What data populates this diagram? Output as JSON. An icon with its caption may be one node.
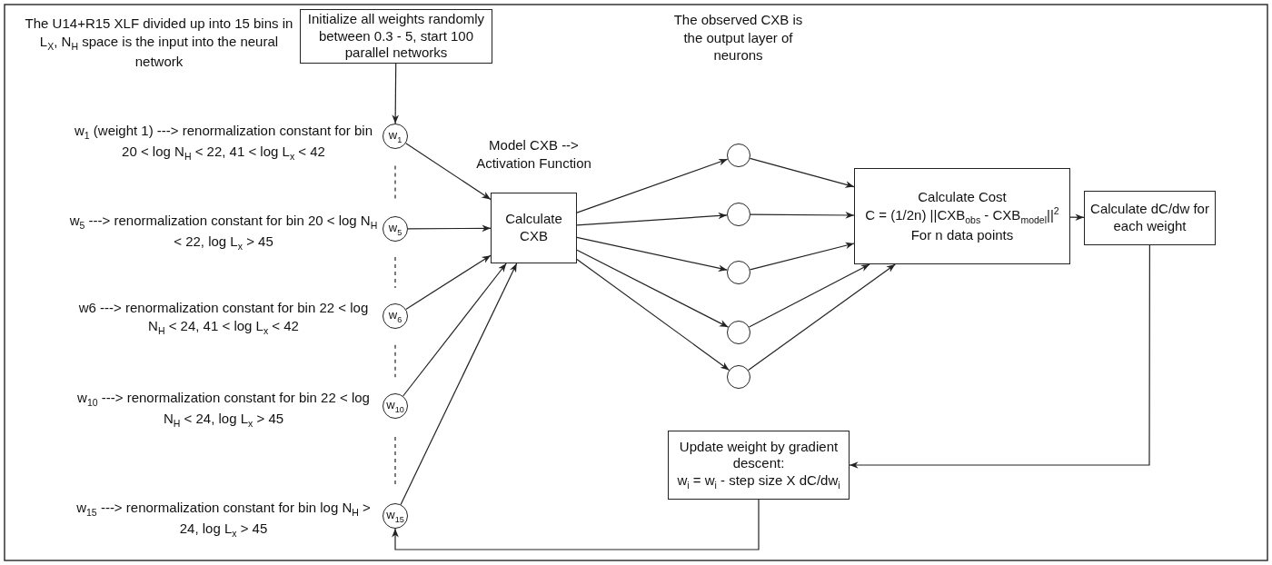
{
  "diagram": {
    "nodes": [
      {
        "text": [
          "Initialize all weights randomly between 0.3 - 5, start 100 parallel networks"
        ]
      },
      {
        "text": [
          "w$_{1}$"
        ],
        "beside": [
          "w$_{1}$ (weight 1) ---> renormalization constant for bin 20 < log N$_{H}$ < 22, 41 < log L$_{x}$ < 42"
        ]
      },
      {
        "text": [
          "w$_{5}$"
        ],
        "beside": [
          "w$_{5}$ ---> renormalization constant for bin 20 < log N$_{H}$ < 22, log L$_{x}$ > 45"
        ]
      },
      {
        "text": [
          "w$_{6}$"
        ],
        "beside": [
          "w6 ---> renormalization constant for bin 22 < log N$_{H}$ < 24, 41 < log L$_{x}$ < 42"
        ]
      },
      {
        "text": [
          "w$_{10}$"
        ],
        "beside": [
          "w$_{10}$ ---> renormalization constant for bin 22 < log N$_{H}$ < 24, log L$_{x}$ > 45"
        ]
      },
      {
        "text": [
          "w$_{15}$"
        ],
        "beside": [
          "w$_{15}$ ---> renormalization constant for bin log N$_{H}$ > 24, log L$_{x}$ > 45"
        ]
      },
      {
        "text": [
          "Calculate CXB"
        ],
        "beside": [
          "Model CXB --> Activation Function"
        ]
      },
      {
        "text": [],
        "shape": "circle"
      },
      {
        "text": [],
        "shape": "circle"
      },
      {
        "text": [],
        "shape": "circle"
      },
      {
        "text": [],
        "shape": "circle"
      },
      {
        "text": [],
        "shape": "circle"
      },
      {
        "text": [
          "Calculate Cost",
          "C = (1/2n) ||CXB$_{obs}$ - CXB$_{model}$||$^{2}$",
          "For n data points"
        ]
      },
      {
        "text": [
          "Calculate dC/dw for each weight"
        ]
      },
      {
        "text": [
          "Update weight by gradient descent:",
          "w$_{i}$ = w$_{i}$ - step size X dC/dw$_{i}$"
        ]
      }
    ],
    "edges": [
      {
        "from": 0,
        "to": 1,
        "arrow": "to"
      },
      {
        "from": 1,
        "to": 2,
        "arrow": "none",
        "style": "dashed"
      },
      {
        "from": 2,
        "to": 3,
        "arrow": "none",
        "style": "dashed"
      },
      {
        "from": 3,
        "to": 4,
        "arrow": "none",
        "style": "dashed"
      },
      {
        "from": 4,
        "to": 5,
        "arrow": "none",
        "style": "dashed"
      },
      {
        "from": 1,
        "to": 6,
        "arrow": "to"
      },
      {
        "from": 2,
        "to": 6,
        "arrow": "to"
      },
      {
        "from": 3,
        "to": 6,
        "arrow": "to"
      },
      {
        "from": 4,
        "to": 6,
        "arrow": "to"
      },
      {
        "from": 5,
        "to": 6,
        "arrow": "to"
      },
      {
        "from": 6,
        "to": 7,
        "arrow": "to"
      },
      {
        "from": 6,
        "to": 8,
        "arrow": "to"
      },
      {
        "from": 6,
        "to": 9,
        "arrow": "to"
      },
      {
        "from": 6,
        "to": 10,
        "arrow": "to"
      },
      {
        "from": 6,
        "to": 11,
        "arrow": "to"
      },
      {
        "from": 7,
        "to": 12,
        "arrow": "to"
      },
      {
        "from": 8,
        "to": 12,
        "arrow": "to"
      },
      {
        "from": 9,
        "to": 12,
        "arrow": "to"
      },
      {
        "from": 10,
        "to": 12,
        "arrow": "to"
      },
      {
        "from": 11,
        "to": 12,
        "arrow": "to"
      },
      {
        "from": 12,
        "to": 13,
        "arrow": "to"
      },
      {
        "from": 13,
        "to": 14,
        "arrow": "to"
      },
      {
        "from": 14,
        "to": 5,
        "arrow": "to"
      }
    ],
    "labels": [
      "The U14+R15 XLF divided up into 15 bins in L$_{X}$, N$_{H}$ space is the input into the neural network",
      "The observed CXB is the output layer of neurons"
    ]
  }
}
